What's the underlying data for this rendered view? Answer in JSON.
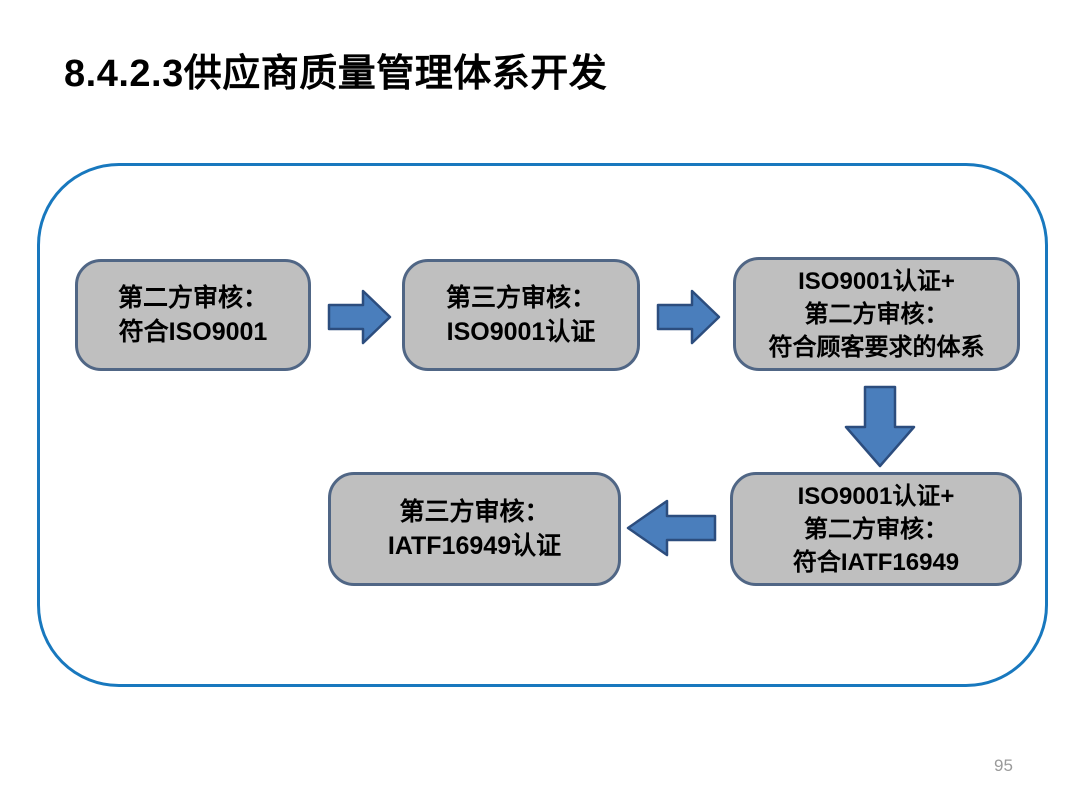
{
  "slide": {
    "title": "8.4.2.3供应商质量管理体系开发",
    "page_number": "95"
  },
  "colors": {
    "container_border": "#1878be",
    "box_fill": "#bfbfbf",
    "box_border": "#506685",
    "arrow_fill": "#4a7ebc",
    "arrow_border": "#2c4d7e",
    "title_color": "#000000",
    "page_number_color": "#9a9a9a"
  },
  "flow": {
    "boxes": [
      {
        "id": 1,
        "lines": [
          "第二方审核：",
          "符合ISO9001"
        ]
      },
      {
        "id": 2,
        "lines": [
          "第三方审核：",
          "ISO9001认证"
        ]
      },
      {
        "id": 3,
        "lines": [
          "ISO9001认证+",
          "第二方审核：",
          "符合顾客要求的体系"
        ]
      },
      {
        "id": 4,
        "lines": [
          "ISO9001认证+",
          "第二方审核：",
          "符合IATF16949"
        ]
      },
      {
        "id": 5,
        "lines": [
          "第三方审核：",
          "IATF16949认证"
        ]
      }
    ],
    "connections": [
      {
        "from": 1,
        "to": 2,
        "direction": "right"
      },
      {
        "from": 2,
        "to": 3,
        "direction": "right"
      },
      {
        "from": 3,
        "to": 4,
        "direction": "down"
      },
      {
        "from": 4,
        "to": 5,
        "direction": "left"
      }
    ]
  }
}
